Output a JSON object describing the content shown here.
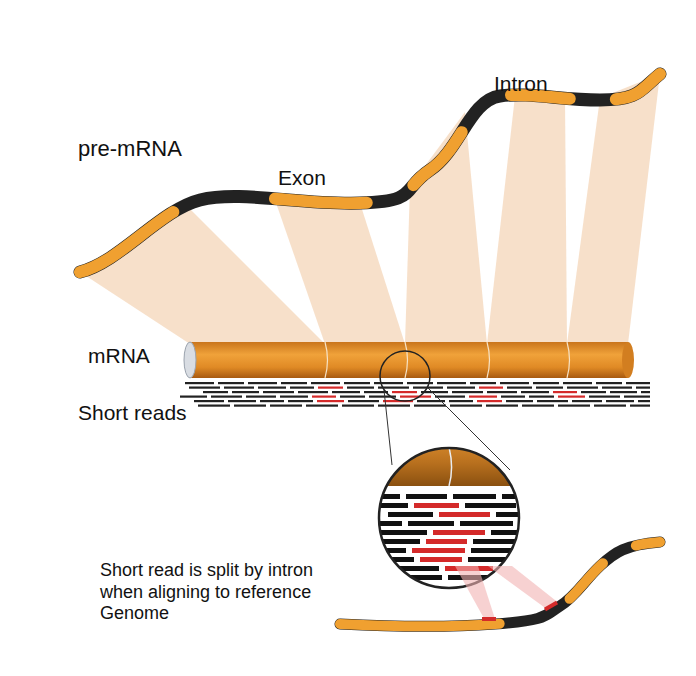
{
  "diagram": {
    "labels": [
      "pre-mRNA",
      "Exon",
      "Intron",
      "mRNA",
      "Short reads",
      "Short read is split by intron when aligning to reference Genome"
    ]
  }
}
